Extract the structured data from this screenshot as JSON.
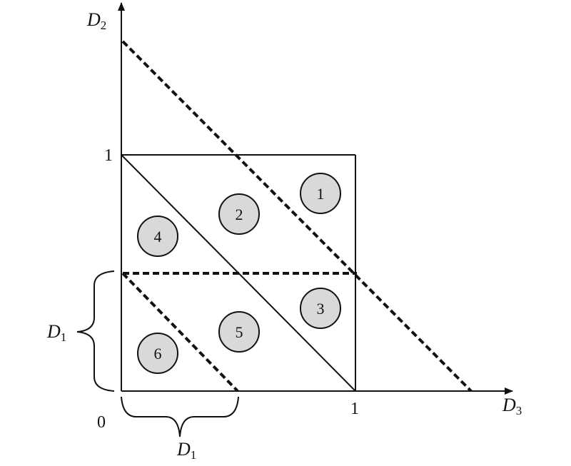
{
  "diagram": {
    "axes": {
      "vertical": {
        "name": "D",
        "sub": "2"
      },
      "horizontal": {
        "name": "D",
        "sub": "3"
      },
      "origin": "0",
      "tick_one_vertical": "1",
      "tick_one_horizontal": "1"
    },
    "brace_labels": {
      "left": {
        "name": "D",
        "sub": "1"
      },
      "bottom": {
        "name": "D",
        "sub": "1"
      }
    },
    "regions": [
      {
        "id": "1",
        "label": "1"
      },
      {
        "id": "2",
        "label": "2"
      },
      {
        "id": "3",
        "label": "3"
      },
      {
        "id": "4",
        "label": "4"
      },
      {
        "id": "5",
        "label": "5"
      },
      {
        "id": "6",
        "label": "6"
      }
    ],
    "colors": {
      "ink": "#111111",
      "region_fill": "#d9d9d9",
      "background": "#ffffff"
    }
  }
}
